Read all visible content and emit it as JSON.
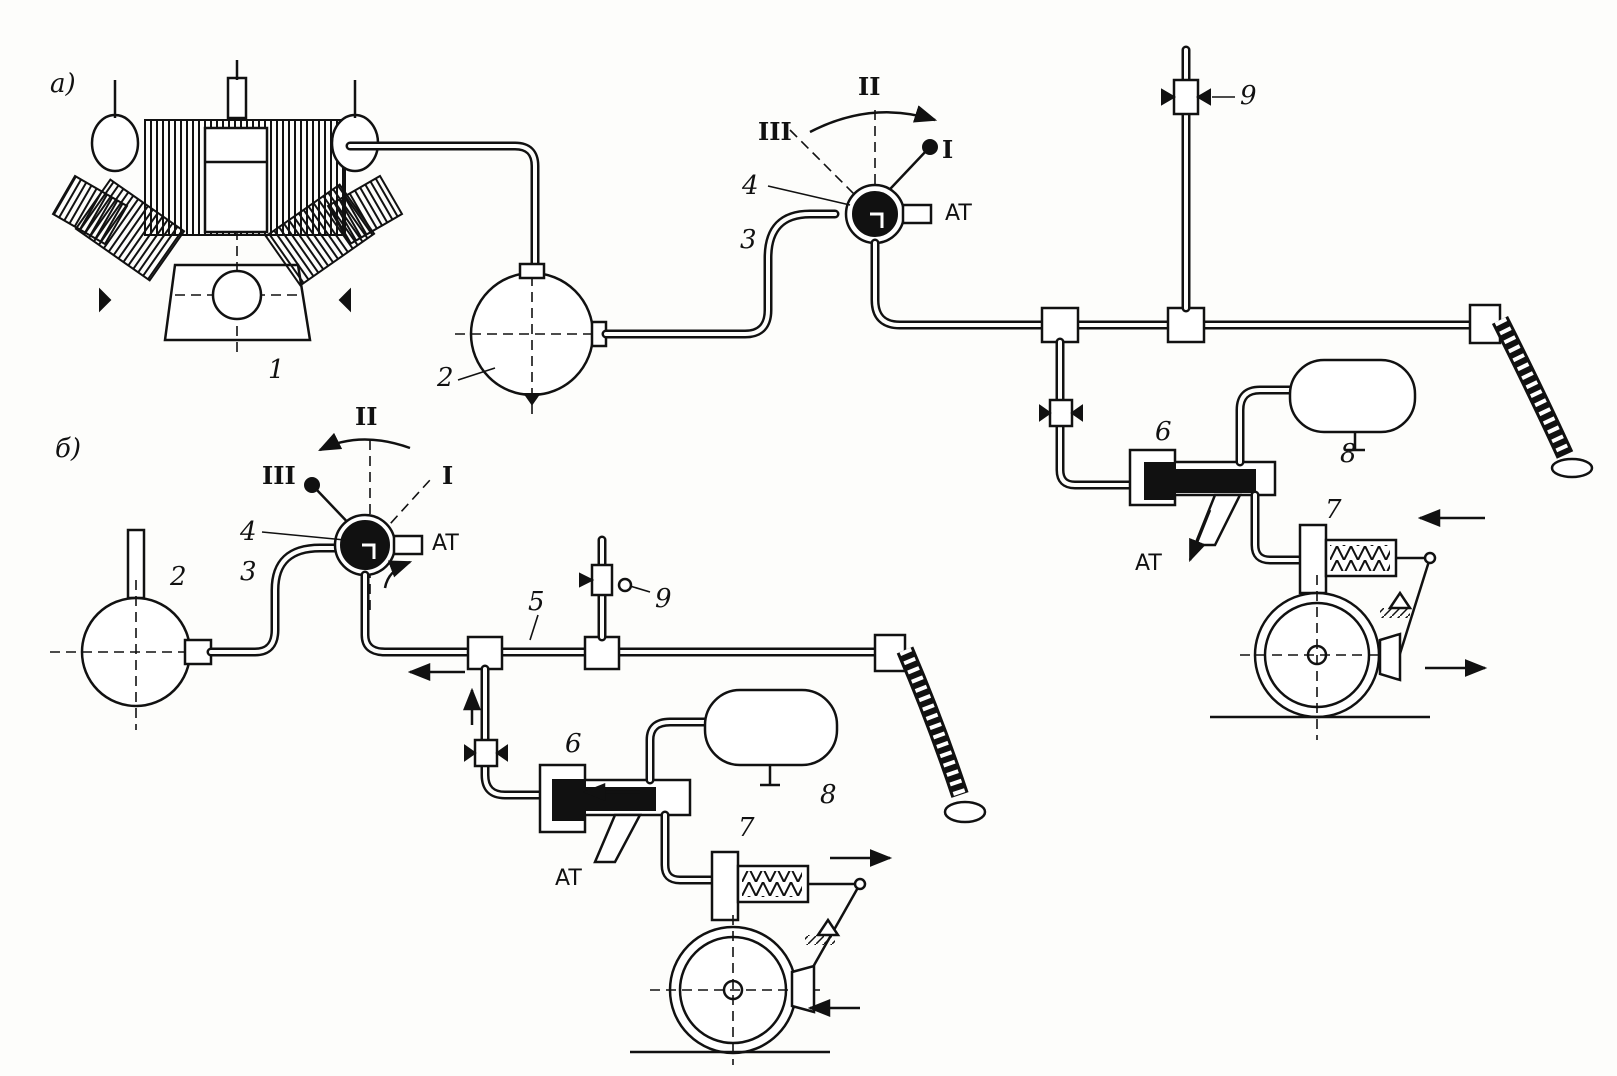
{
  "diagram": {
    "panel_a": {
      "label": "а)",
      "numbers": {
        "compressor": "1",
        "receiver": "2",
        "pipe": "3",
        "valve": "4",
        "relay_valve": "6",
        "brake_chamber": "7",
        "reservoir": "8",
        "tap": "9"
      },
      "positions": {
        "I": "I",
        "II": "II",
        "III": "III"
      },
      "atmosphere": [
        "AT",
        "AT"
      ]
    },
    "panel_b": {
      "label": "б)",
      "numbers": {
        "receiver": "2",
        "pipe": "3",
        "valve": "4",
        "line": "5",
        "relay_valve": "6",
        "brake_chamber": "7",
        "reservoir": "8",
        "tap": "9"
      },
      "positions": {
        "I": "I",
        "II": "II",
        "III": "III"
      },
      "atmosphere": [
        "AT",
        "AT"
      ]
    }
  }
}
